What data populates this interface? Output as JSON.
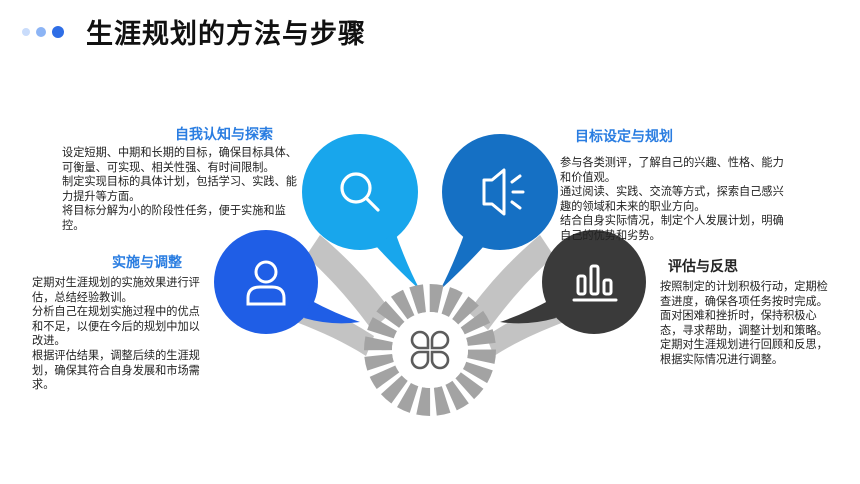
{
  "title": "生涯规划的方法与步骤",
  "colors": {
    "accent": "#2a7de1",
    "light_blue": "#18a6ec",
    "mid_blue": "#1f5ee6",
    "deep_blue": "#1570c4",
    "dark_gray": "#3a3a3a",
    "ring_gray": "#a3a3a3"
  },
  "sections": {
    "self_awareness": {
      "heading": "自我认知与探索",
      "icon": "search-icon",
      "paragraphs": [
        "设定短期、中期和长期的目标，确保目标具体、可衡量、可实现、相关性强、有时间限制。",
        "制定实现目标的具体计划，包括学习、实践、能力提升等方面。",
        "将目标分解为小的阶段性任务，便于实施和监控。"
      ]
    },
    "goal_setting": {
      "heading": "目标设定与规划",
      "icon": "speaker-icon",
      "paragraphs": [
        "参与各类测评，了解自己的兴趣、性格、能力和价值观。",
        "通过阅读、实践、交流等方式，探索自己感兴趣的领域和未来的职业方向。",
        "结合自身实际情况，制定个人发展计划，明确自己的优势和劣势。"
      ]
    },
    "implement_adjust": {
      "heading": "实施与调整",
      "icon": "user-icon",
      "paragraphs": [
        "定期对生涯规划的实施效果进行评估，总结经验教训。",
        "分析自己在规划实施过程中的优点和不足，以便在今后的规划中加以改进。",
        "根据评估结果，调整后续的生涯规划，确保其符合自身发展和市场需求。"
      ]
    },
    "evaluate_reflect": {
      "heading": "评估与反思",
      "icon": "bar-chart-icon",
      "paragraphs": [
        "按照制定的计划积极行动，定期检查进度，确保各项任务按时完成。",
        "面对困难和挫折时，保持积极心态，寻求帮助，调整计划和策略。",
        "定期对生涯规划进行回顾和反思，根据实际情况进行调整。"
      ]
    },
    "center": {
      "icon": "clover-icon"
    }
  }
}
